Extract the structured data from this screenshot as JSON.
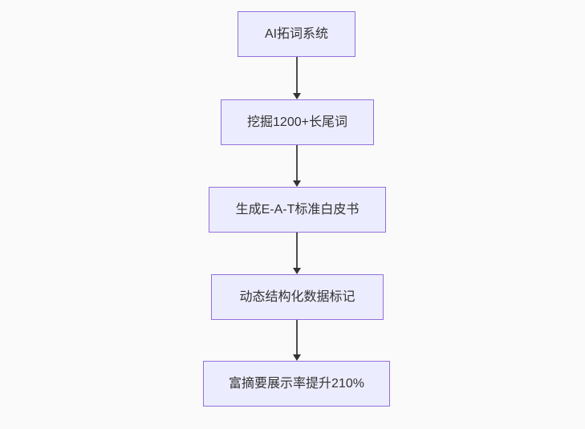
{
  "diagram": {
    "type": "flowchart",
    "direction": "top-down",
    "nodes": [
      {
        "label": "AI拓词系统"
      },
      {
        "label": "挖掘1200+长尾词"
      },
      {
        "label": "生成E-A-T标准白皮书"
      },
      {
        "label": "动态结构化数据标记"
      },
      {
        "label": "富摘要展示率提升210%"
      }
    ],
    "edges": [
      {
        "from": "AI拓词系统",
        "to": "挖掘1200+长尾词"
      },
      {
        "from": "挖掘1200+长尾词",
        "to": "生成E-A-T标准白皮书"
      },
      {
        "from": "生成E-A-T标准白皮书",
        "to": "动态结构化数据标记"
      },
      {
        "from": "动态结构化数据标记",
        "to": "富摘要展示率提升210%"
      }
    ],
    "colors": {
      "background": "#fafafa",
      "node_fill": "#ECECFF",
      "node_border": "#9370DB",
      "text": "#333333",
      "arrow": "#333333"
    }
  }
}
